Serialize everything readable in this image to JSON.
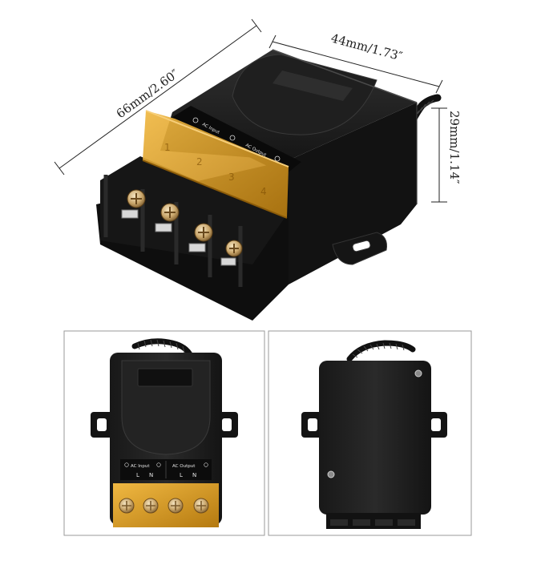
{
  "dimensions": {
    "length": "66mm/2.60″",
    "width": "44mm/1.73″",
    "height": "29mm/1.14″"
  },
  "terminal_block": {
    "input_label": "AC Input",
    "output_label": "AC Output",
    "input_ln": [
      "L",
      "N"
    ],
    "output_ln": [
      "L",
      "N"
    ],
    "cover_marks": [
      "1",
      "2",
      "3",
      "4"
    ]
  },
  "colors": {
    "housing": "#1b1b1b",
    "housing_highlight": "#3a3a3a",
    "cover": "#e0a321",
    "cover_dark": "#b57a10",
    "brass": "#c9a66b",
    "panel_border": "#9a9a9a"
  },
  "panels": {
    "front_view": "front-view",
    "back_view": "back-view"
  }
}
